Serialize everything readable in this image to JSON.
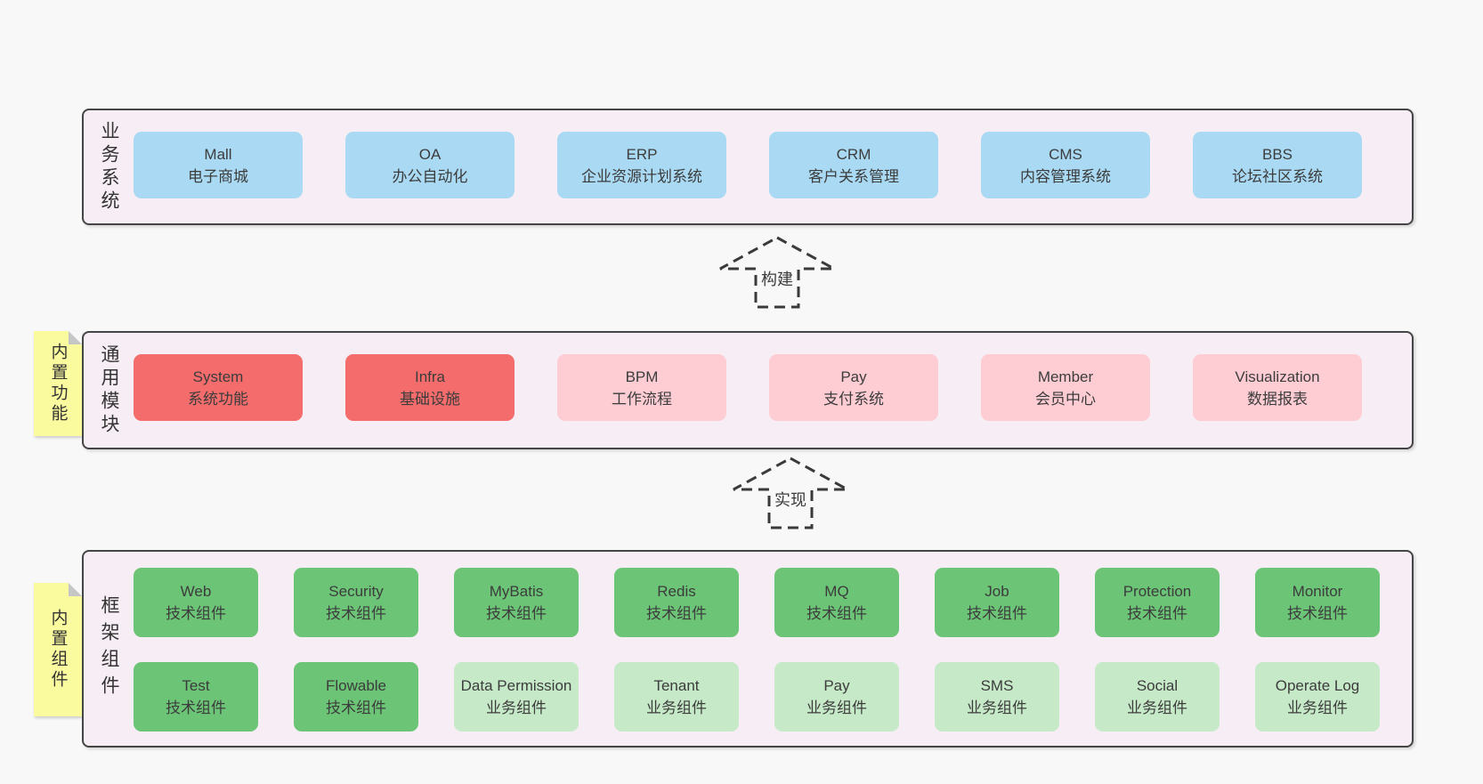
{
  "colors": {
    "page_bg": "#f8f8f8",
    "panel_bg": "#f7edf5",
    "panel_border": "#454545",
    "blue": "#aadaf3",
    "red": "#f56c6c",
    "pink": "#fecdd4",
    "green": "#6cc477",
    "green_light": "#c6e9c8",
    "note_yellow": "#fafa9e",
    "text": "#3b3b3b"
  },
  "layers": [
    {
      "label": "业务系统",
      "items": [
        {
          "title": "Mall",
          "subtitle": "电子商城",
          "type": "blue"
        },
        {
          "title": "OA",
          "subtitle": "办公自动化",
          "type": "blue"
        },
        {
          "title": "ERP",
          "subtitle": "企业资源计划系统",
          "type": "blue"
        },
        {
          "title": "CRM",
          "subtitle": "客户关系管理",
          "type": "blue"
        },
        {
          "title": "CMS",
          "subtitle": "内容管理系统",
          "type": "blue"
        },
        {
          "title": "BBS",
          "subtitle": "论坛社区系统",
          "type": "blue"
        }
      ]
    },
    {
      "label": "通用模块",
      "note": "内置功能",
      "items": [
        {
          "title": "System",
          "subtitle": "系统功能",
          "type": "red"
        },
        {
          "title": "Infra",
          "subtitle": "基础设施",
          "type": "red"
        },
        {
          "title": "BPM",
          "subtitle": "工作流程",
          "type": "pink"
        },
        {
          "title": "Pay",
          "subtitle": "支付系统",
          "type": "pink"
        },
        {
          "title": "Member",
          "subtitle": "会员中心",
          "type": "pink"
        },
        {
          "title": "Visualization",
          "subtitle": "数据报表",
          "type": "pink"
        }
      ]
    },
    {
      "label": "框架组件",
      "note": "内置组件",
      "rows": [
        [
          {
            "title": "Web",
            "subtitle": "技术组件",
            "type": "green"
          },
          {
            "title": "Security",
            "subtitle": "技术组件",
            "type": "green"
          },
          {
            "title": "MyBatis",
            "subtitle": "技术组件",
            "type": "green"
          },
          {
            "title": "Redis",
            "subtitle": "技术组件",
            "type": "green"
          },
          {
            "title": "MQ",
            "subtitle": "技术组件",
            "type": "green"
          },
          {
            "title": "Job",
            "subtitle": "技术组件",
            "type": "green"
          },
          {
            "title": "Protection",
            "subtitle": "技术组件",
            "type": "green"
          },
          {
            "title": "Monitor",
            "subtitle": "技术组件",
            "type": "green"
          }
        ],
        [
          {
            "title": "Test",
            "subtitle": "技术组件",
            "type": "green"
          },
          {
            "title": "Flowable",
            "subtitle": "技术组件",
            "type": "green"
          },
          {
            "title": "Data Permission",
            "subtitle": "业务组件",
            "type": "green-light"
          },
          {
            "title": "Tenant",
            "subtitle": "业务组件",
            "type": "green-light"
          },
          {
            "title": "Pay",
            "subtitle": "业务组件",
            "type": "green-light"
          },
          {
            "title": "SMS",
            "subtitle": "业务组件",
            "type": "green-light"
          },
          {
            "title": "Social",
            "subtitle": "业务组件",
            "type": "green-light"
          },
          {
            "title": "Operate Log",
            "subtitle": "业务组件",
            "type": "green-light"
          }
        ]
      ]
    }
  ],
  "arrows": [
    {
      "label": "构建"
    },
    {
      "label": "实现"
    }
  ]
}
